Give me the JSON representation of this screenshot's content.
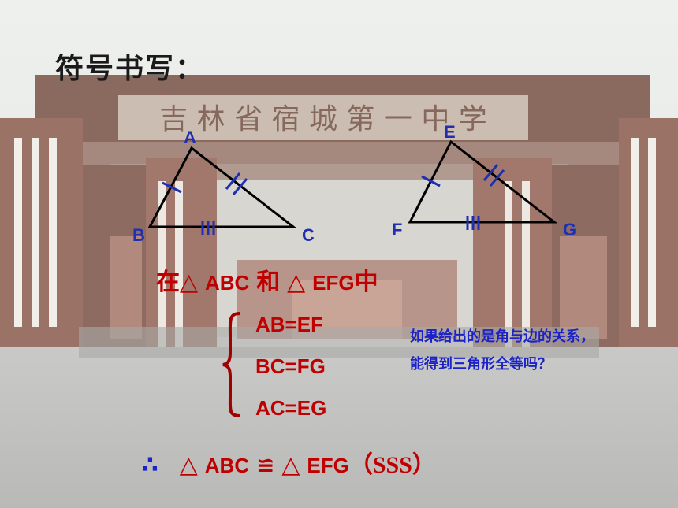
{
  "slide": {
    "title": "符号书写：",
    "background": "school-gate-photo"
  },
  "triangle1": {
    "vertices": {
      "A": "A",
      "B": "B",
      "C": "C"
    },
    "tick_marks": {
      "AB": 1,
      "AC": 2,
      "BC": 3
    }
  },
  "triangle2": {
    "vertices": {
      "E": "E",
      "F": "F",
      "G": "G"
    },
    "tick_marks": {
      "EF": 1,
      "EG": 2,
      "FG": 3
    }
  },
  "proof": {
    "intro_prefix": "在",
    "triangle_symbol": "△",
    "intro_tri1": "ABC",
    "intro_mid": "和",
    "intro_tri2": "EFG",
    "intro_suffix": "中",
    "conditions": [
      "AB=EF",
      "BC=FG",
      "AC=EG"
    ],
    "therefore_symbol": "∴",
    "conclusion_tri1": "ABC",
    "congruent_symbol": "≌",
    "conclusion_tri2": "EFG",
    "conclusion_reason": "（SSS）"
  },
  "question": "如果给出的是角与边的关系，能得到三角形全等吗？",
  "colors": {
    "text_red": "#c00000",
    "text_blue": "#1a22c8",
    "label_blue": "#1f2fb0"
  }
}
